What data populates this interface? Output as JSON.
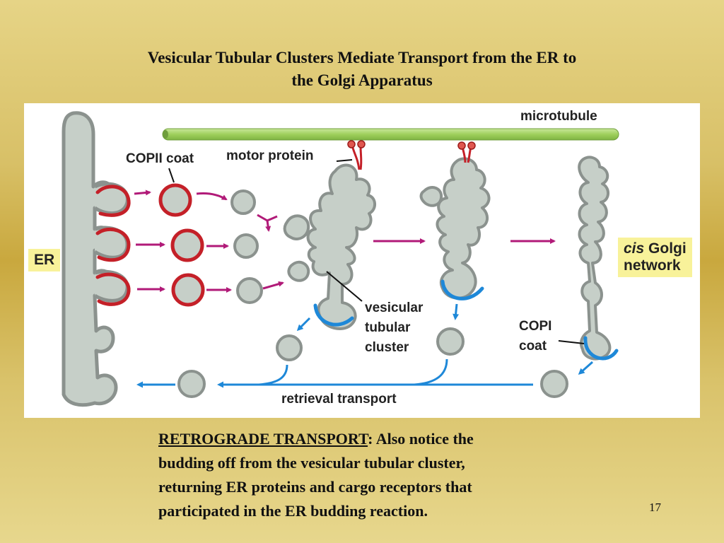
{
  "slide": {
    "title_line1": "Vesicular Tubular Clusters Mediate Transport from the ER to",
    "title_line2": "the Golgi Apparatus",
    "page_number": "17"
  },
  "diagram": {
    "labels": {
      "microtubule": "microtubule",
      "motor_protein": "motor protein",
      "copii_coat": "COPII coat",
      "er": "ER",
      "cis_golgi_italic": "cis",
      "cis_golgi_rest": " Golgi",
      "cis_golgi_line2": "network",
      "vtc_line1": "vesicular",
      "vtc_line2": "tubular",
      "vtc_line3": "cluster",
      "copi_line1": "COPI",
      "copi_line2": "coat",
      "retrieval": "retrieval transport"
    },
    "colors": {
      "membrane_fill": "#c6cfc8",
      "membrane_stroke": "#8b928e",
      "copii_red": "#c42028",
      "copi_blue": "#1e88d8",
      "anterograde_arrow": "#b11a78",
      "retrograde_arrow": "#1e88d8",
      "microtubule_green": "#9fcf5c",
      "label_highlight": "#f8f29a"
    }
  },
  "caption": {
    "heading": "RETROGRADE TRANSPORT",
    "line1_rest": ":  Also notice the",
    "line2": "budding off from the vesicular tubular cluster,",
    "line3": "returning ER proteins and cargo receptors that",
    "line4": "participated in the ER budding reaction."
  }
}
